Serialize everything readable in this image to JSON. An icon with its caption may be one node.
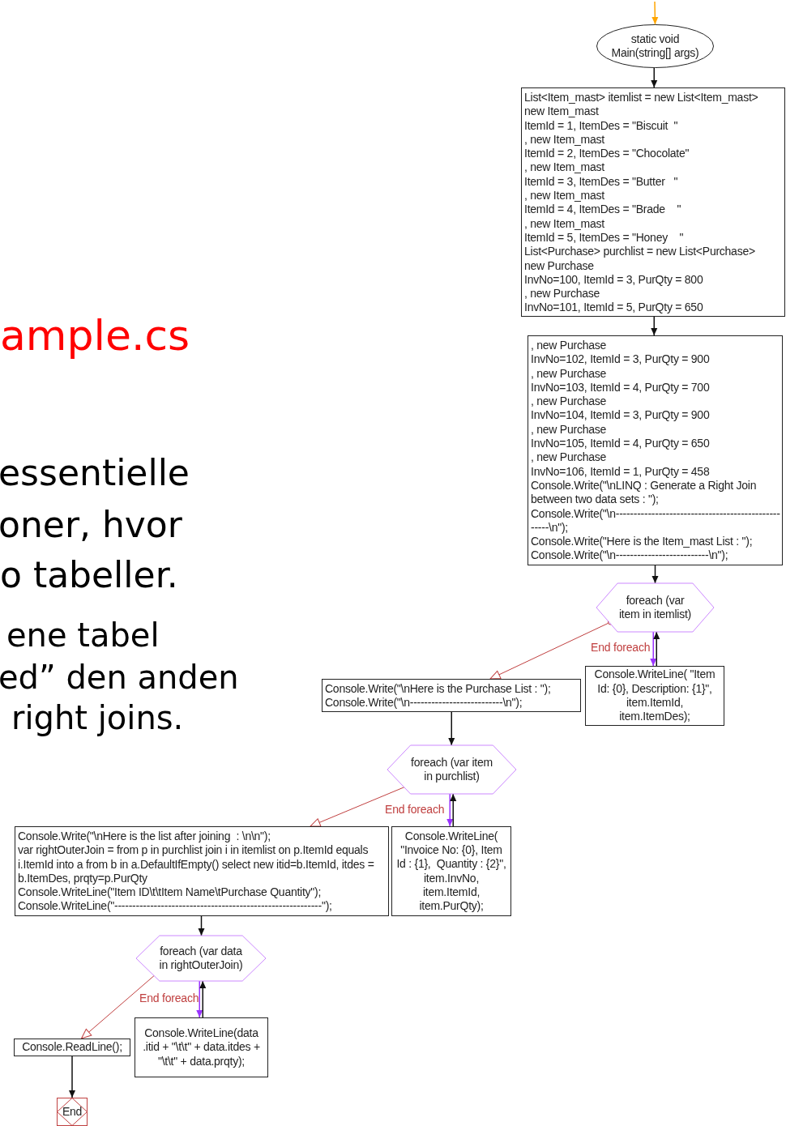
{
  "diagram": {
    "nodes": [
      {
        "text": [
          "static void Main(string[] args)"
        ]
      },
      {
        "text": [
          "List<Item_mast> itemlist = new List<Item_mast>",
          "new Item_mast",
          "ItemId = 1, ItemDes = \"Biscuit  \"",
          ", new Item_mast",
          "ItemId = 2, ItemDes = \"Chocolate\"",
          ", new Item_mast",
          "ItemId = 3, ItemDes = \"Butter   \"",
          ", new Item_mast",
          "ItemId = 4, ItemDes = \"Brade    \"",
          ", new Item_mast",
          "ItemId = 5, ItemDes = \"Honey    \"",
          "List<Purchase> purchlist = new List<Purchase>",
          "new Purchase",
          "InvNo=100, ItemId = 3, PurQty = 800",
          ", new Purchase",
          "InvNo=101, ItemId = 5, PurQty = 650"
        ]
      },
      {
        "text": [
          ", new Purchase",
          "InvNo=102, ItemId = 3, PurQty = 900",
          ", new Purchase",
          "InvNo=103, ItemId = 4, PurQty = 700",
          ", new Purchase",
          "InvNo=104, ItemId = 3, PurQty = 900",
          ", new Purchase",
          "InvNo=105, ItemId = 4, PurQty = 650",
          ", new Purchase",
          "InvNo=106, ItemId = 1, PurQty = 458",
          "Console.Write(\"\\nLINQ : Generate a Right Join between two data sets : \");",
          "Console.Write(\"\\n---------------------------------------------------\\n\");",
          "Console.Write(\"Here is the Item_mast List : \");",
          "Console.Write(\"\\n--------------------------\\n\");"
        ]
      },
      {
        "text": [
          "foreach (var item in itemlist)"
        ]
      },
      {
        "text": [
          "Console.WriteLine( \"Item Id: {0}, Description: {1}\", item.ItemId, item.ItemDes);"
        ]
      },
      {
        "text": [
          "Console.Write(\"\\nHere is the Purchase List : \");",
          "Console.Write(\"\\n--------------------------\\n\");"
        ]
      },
      {
        "text": [
          "foreach (var item in purchlist)"
        ]
      },
      {
        "text": [
          "Console.WriteLine( \"Invoice No: {0}, Item Id : {1},  Quantity : {2}\", item.InvNo, item.ItemId, item.PurQty);"
        ]
      },
      {
        "text": [
          "Console.Write(\"\\nHere is the list after joining  : \\n\\n\");",
          "var rightOuterJoin = from p in purchlist join i in itemlist on p.ItemId equals i.ItemId into a from b in a.DefaultIfEmpty() select new itid=b.ItemId, itdes = b.ItemDes, prqty=p.PurQty",
          "Console.WriteLine(\"Item ID\\t\\tItem Name\\tPurchase Quantity\");",
          "Console.WriteLine(\"----------------------------------------------------------\");"
        ]
      },
      {
        "text": [
          "foreach (var data in rightOuterJoin)"
        ]
      },
      {
        "text": [
          "Console.WriteLine(data .itid + \"\\t\\t\" + data.itdes + \"\\t\\t\" + data.prqty);"
        ]
      },
      {
        "text": [
          "Console.ReadLine();"
        ]
      },
      {
        "text": [
          "End"
        ]
      }
    ],
    "edges": [
      {
        "from": null,
        "to": 0,
        "arrow": "to",
        "color": "#ffa500"
      },
      {
        "from": 0,
        "to": 1,
        "arrow": "to"
      },
      {
        "from": 1,
        "to": 2,
        "arrow": "to"
      },
      {
        "from": 2,
        "to": 3,
        "arrow": "to"
      },
      {
        "from": 3,
        "to": 4,
        "arrow": "to",
        "color": "#9933ff"
      },
      {
        "from": 4,
        "to": 3,
        "arrow": "to"
      },
      {
        "from": 3,
        "to": 5,
        "arrow": "to",
        "label": "End foreach",
        "color": "#c04040"
      },
      {
        "from": 5,
        "to": 6,
        "arrow": "to"
      },
      {
        "from": 6,
        "to": 7,
        "arrow": "to",
        "color": "#9933ff"
      },
      {
        "from": 7,
        "to": 6,
        "arrow": "to"
      },
      {
        "from": 6,
        "to": 8,
        "arrow": "to",
        "label": "End foreach",
        "color": "#c04040"
      },
      {
        "from": 8,
        "to": 9,
        "arrow": "to"
      },
      {
        "from": 9,
        "to": 10,
        "arrow": "to",
        "color": "#9933ff"
      },
      {
        "from": 10,
        "to": 9,
        "arrow": "to"
      },
      {
        "from": 9,
        "to": 11,
        "arrow": "to",
        "label": "End foreach",
        "color": "#c04040"
      },
      {
        "from": 11,
        "to": 12,
        "arrow": "to"
      }
    ],
    "labels": [
      "ample.cs",
      "essentielle",
      "oner, hvor",
      "o tabeller.",
      "ene tabel",
      "ed” den anden",
      "right joins."
    ]
  }
}
